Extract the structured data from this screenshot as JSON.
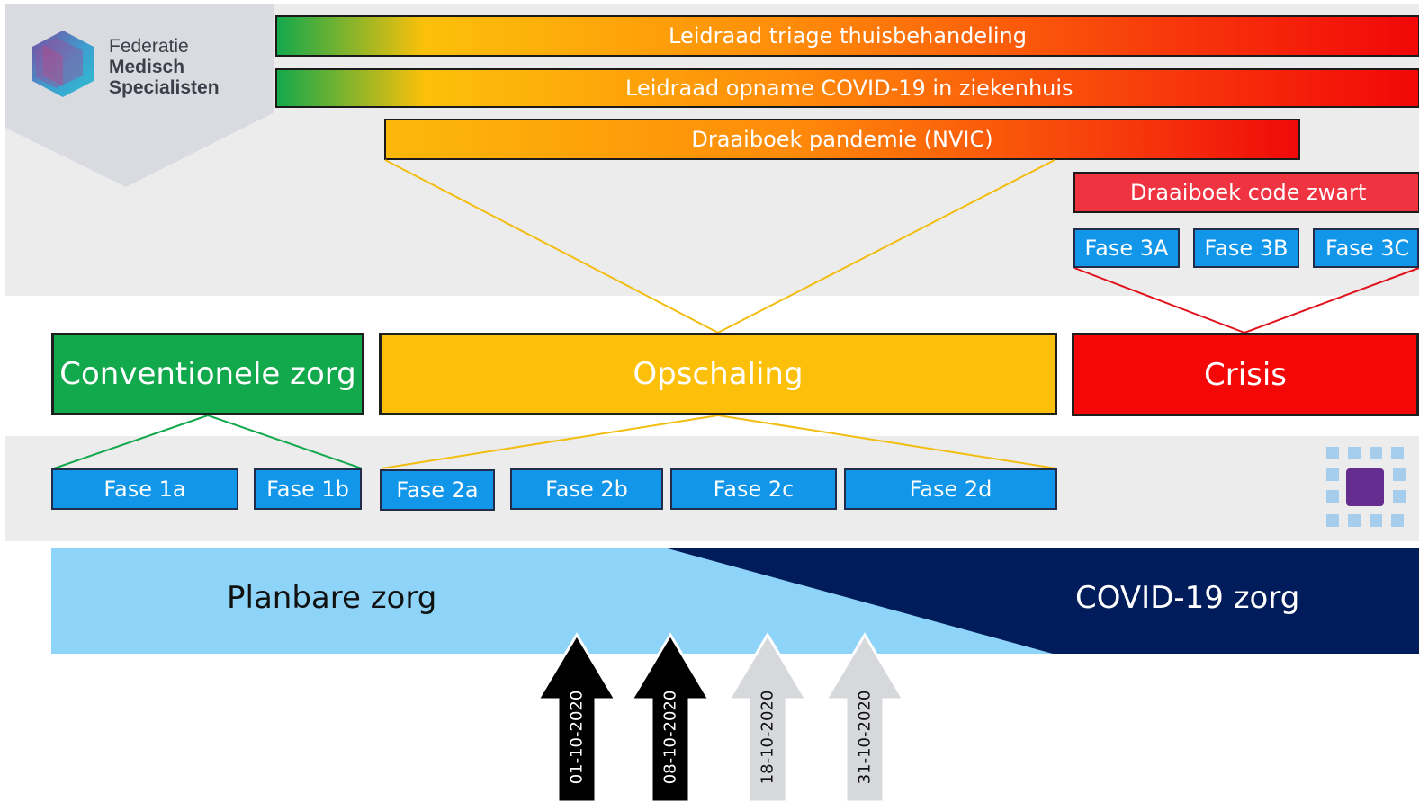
{
  "logo": {
    "line1": "Federatie",
    "line2": "Medisch",
    "line3": "Specialisten"
  },
  "guidelines": [
    {
      "label": "Leidraad triage thuisbehandeling"
    },
    {
      "label": "Leidraad opname COVID-19 in ziekenhuis"
    },
    {
      "label": "Draaiboek pandemie (NVIC)"
    },
    {
      "label": "Draaiboek code zwart"
    }
  ],
  "crisis_phases": [
    "Fase 3A",
    "Fase 3B",
    "Fase 3C"
  ],
  "main_phases": {
    "conventional": "Conventionele zorg",
    "scaling": "Opschaling",
    "crisis": "Crisis"
  },
  "sub_phases": [
    "Fase 1a",
    "Fase 1b",
    "Fase 2a",
    "Fase 2b",
    "Fase 2c",
    "Fase 2d"
  ],
  "care": {
    "planned": "Planbare zorg",
    "covid": "COVID-19 zorg"
  },
  "dates": [
    {
      "label": "01-10-2020",
      "state": "active"
    },
    {
      "label": "08-10-2020",
      "state": "active"
    },
    {
      "label": "18-10-2020",
      "state": "upcoming"
    },
    {
      "label": "31-10-2020",
      "state": "upcoming"
    }
  ],
  "colors": {
    "green": "#12a84c",
    "orange": "#fcc00a",
    "red": "#f40707",
    "fase_blue": "#1196ea",
    "planned_blue": "#8dd4f8",
    "covid_navy": "#001c5a",
    "arrow_active": "#000000",
    "arrow_upcoming": "#d6d8dc"
  }
}
